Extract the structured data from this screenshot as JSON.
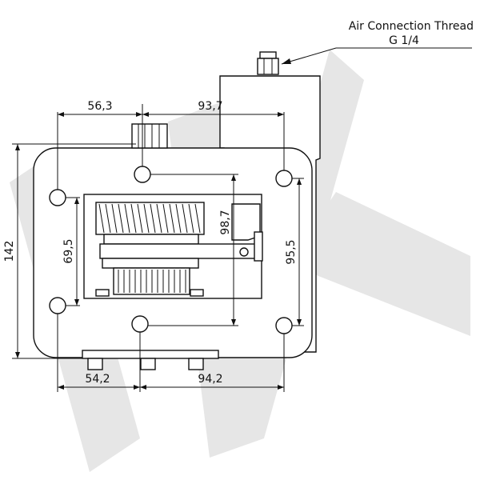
{
  "annotation": {
    "line1": "Air Connection Thread",
    "line2": "G 1/4"
  },
  "dimensions": {
    "top_left": "56,3",
    "top_right": "93,7",
    "overall_height": "142",
    "left_inner": "69,5",
    "center_vertical": "98,7",
    "right_vertical": "95,5",
    "bottom_left": "54,2",
    "bottom_right": "94,2"
  },
  "colors": {
    "line": "#111111",
    "watermark": "#e6e6e6"
  }
}
